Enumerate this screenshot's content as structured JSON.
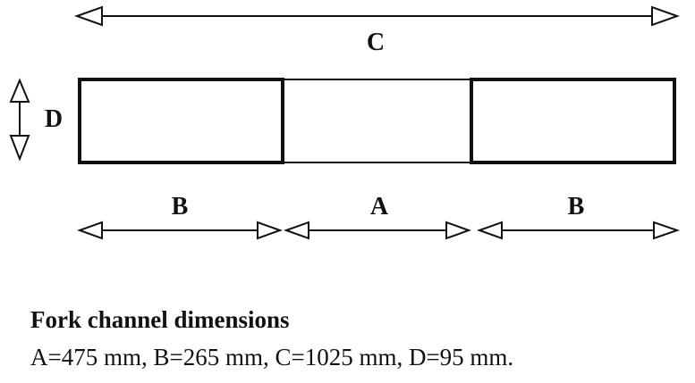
{
  "diagram": {
    "labels": {
      "c": "C",
      "d": "D",
      "b_left": "B",
      "a": "A",
      "b_right": "B"
    }
  },
  "caption": {
    "title": "Fork channel dimensions",
    "text": "A=475 mm, B=265 mm, C=1025 mm, D=95 mm."
  }
}
